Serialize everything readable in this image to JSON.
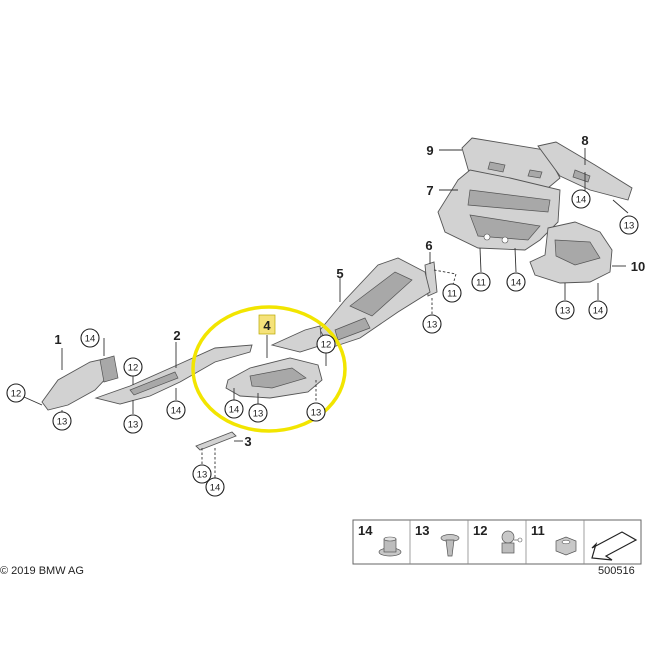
{
  "parts": {
    "p1": "1",
    "p2": "2",
    "p3": "3",
    "p4": "4",
    "p5": "5",
    "p6": "6",
    "p7": "7",
    "p8": "8",
    "p9": "9",
    "p10": "10"
  },
  "callouts": {
    "c11": "11",
    "c12": "12",
    "c13": "13",
    "c14": "14"
  },
  "legend": {
    "items": [
      {
        "label": "14",
        "icon": "washer-nut-icon"
      },
      {
        "label": "13",
        "icon": "push-clip-icon"
      },
      {
        "label": "12",
        "icon": "expanding-nut-icon"
      },
      {
        "label": "11",
        "icon": "hex-nut-icon"
      }
    ],
    "arrow_icon": "direction-arrow-icon"
  },
  "highlight": {
    "part": "4",
    "ring_color": "#f2e500",
    "badge_color": "#f5e27a"
  },
  "copyright": "© 2019 BMW AG",
  "reference_number": "500516"
}
